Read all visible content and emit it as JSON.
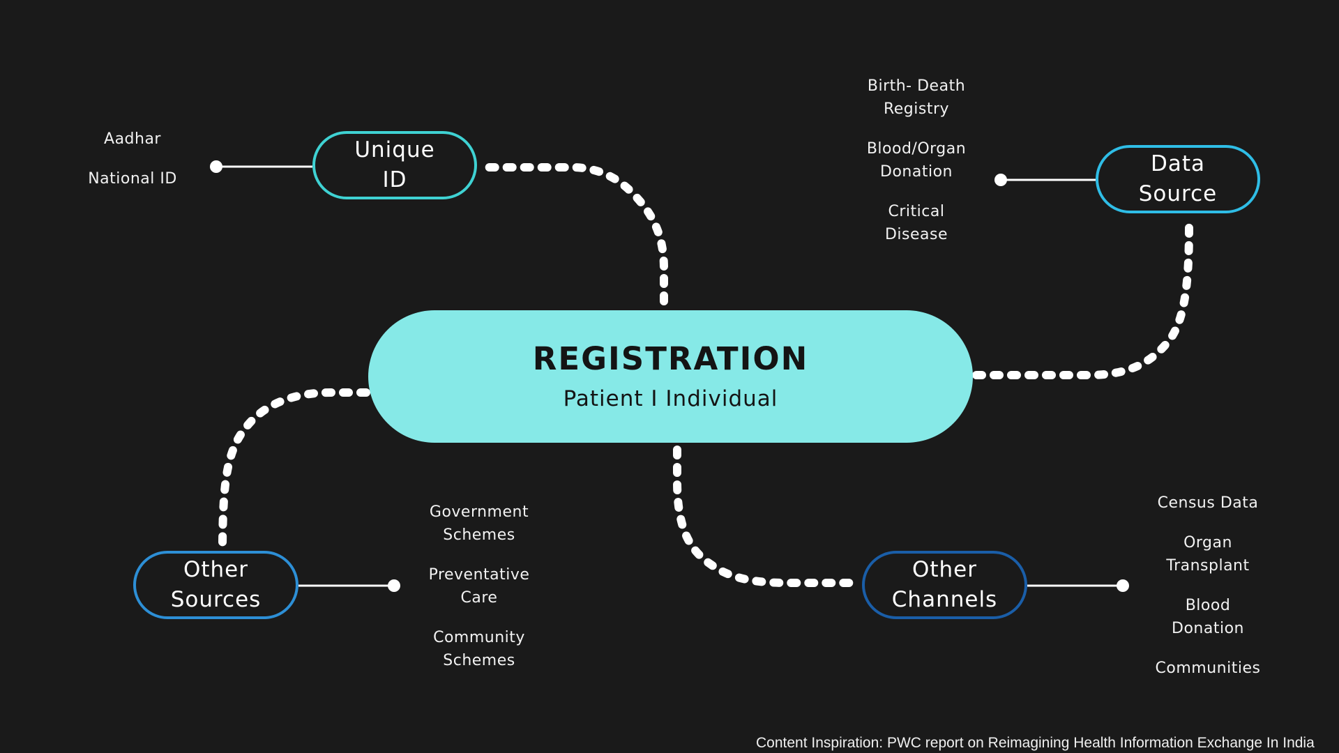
{
  "center": {
    "title": "REGISTRATION",
    "subtitle": "Patient I Individual",
    "color": "#86e9e7"
  },
  "branches": [
    {
      "label": "Unique\nID",
      "border_color": "#3fd2d3",
      "items": [
        "Aadhar",
        "National ID"
      ]
    },
    {
      "label": "Data\nSource",
      "border_color": "#2fbde6",
      "items": [
        "Birth- Death\nRegistry",
        "Blood/Organ\nDonation",
        "Critical\nDisease"
      ]
    },
    {
      "label": "Other\nSources",
      "border_color": "#2d8fd6",
      "items": [
        "Government\nSchemes",
        "Preventative\nCare",
        "Community\nSchemes"
      ]
    },
    {
      "label": "Other\nChannels",
      "border_color": "#1a5ea8",
      "items": [
        "Census Data",
        "Organ\nTransplant",
        "Blood\nDonation",
        "Communities"
      ]
    }
  ],
  "footnote": "Content Inspiration: PWC report on Reimagining Health Information Exchange In India"
}
